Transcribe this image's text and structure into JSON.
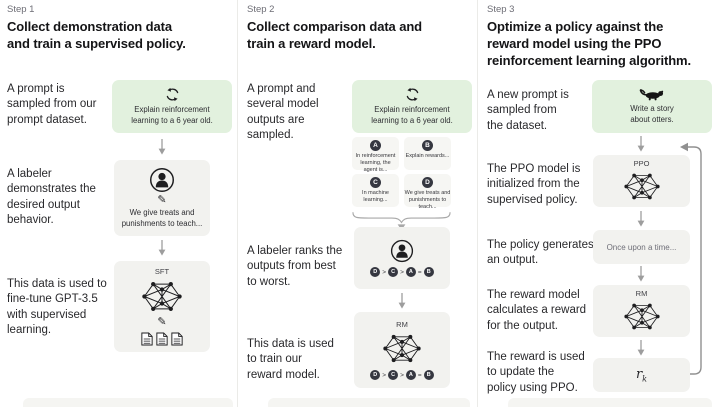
{
  "colors": {
    "prompt_box_green": "#e2f1de",
    "model_box_grey": "#f2f2ef",
    "badge_dark": "#353740",
    "arrow_grey": "#9d9d9d"
  },
  "step1": {
    "step_label": "Step 1",
    "title": "Collect demonstration data\nand train a supervised policy.",
    "row1_text": "A prompt is\nsampled from our\nprompt dataset.",
    "prompt_caption": "Explain reinforcement\nlearning to a 6 year old.",
    "row2_text": "A labeler\ndemonstrates the\ndesired output\nbehavior.",
    "labeler_caption": "We give treats and\npunishments to teach...",
    "row3_text": "This data is used to\nfine-tune GPT-3.5\nwith supervised\nlearning.",
    "model_label": "SFT"
  },
  "step2": {
    "step_label": "Step 2",
    "title": "Collect comparison data and\ntrain a reward model.",
    "row1_text": "A prompt and\nseveral model\noutputs are\nsampled.",
    "prompt_caption": "Explain reinforcement\nlearning to a 6 year old.",
    "outputs": [
      {
        "letter": "A",
        "text": "In reinforcement\nlearning, the\nagent is..."
      },
      {
        "letter": "B",
        "text": "Explain rewards..."
      },
      {
        "letter": "C",
        "text": "In machine\nlearning..."
      },
      {
        "letter": "D",
        "text": "We give treats and\npunishments to\nteach..."
      }
    ],
    "row2_text": "A labeler ranks the\noutputs from best\nto worst.",
    "ranking": [
      "D",
      ">",
      "C",
      ">",
      "A",
      "=",
      "B"
    ],
    "row3_text": "This data is used\nto train our\nreward model.",
    "model_label": "RM"
  },
  "step3": {
    "step_label": "Step 3",
    "title": "Optimize a policy against the\nreward model using the PPO\nreinforcement learning algorithm.",
    "row1_text": "A new prompt is\nsampled from\nthe dataset.",
    "prompt_caption": "Write a story\nabout otters.",
    "row2_text": "The PPO model is\ninitialized from the\nsupervised policy.",
    "ppo_label": "PPO",
    "row3_text": "The policy generates\nan output.",
    "output_caption": "Once upon a time...",
    "row4_text": "The reward model\ncalculates a reward\nfor the output.",
    "rm_label": "RM",
    "row5_text": "The reward is used\nto update the\npolicy using PPO.",
    "reward_symbol": "r",
    "reward_subscript": "k"
  }
}
